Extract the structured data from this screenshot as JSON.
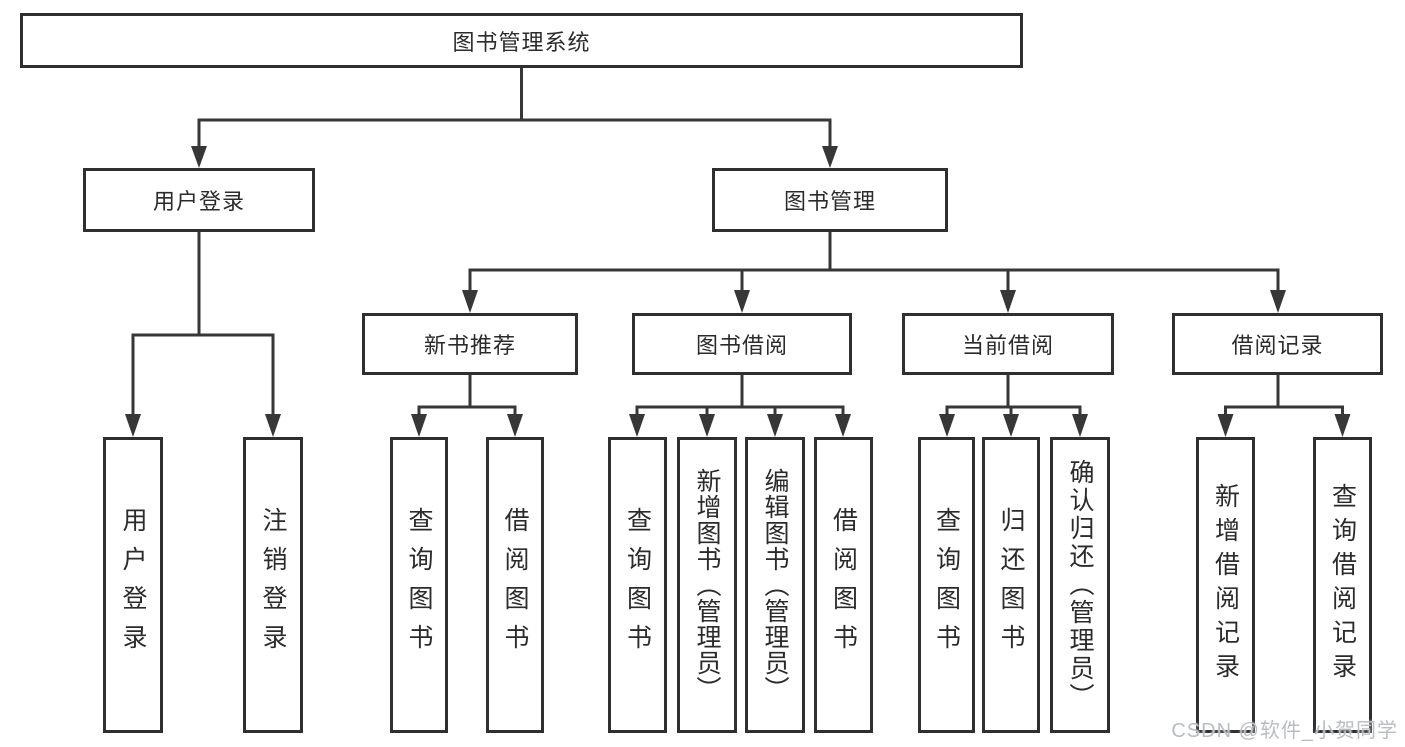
{
  "watermark": "CSDN @软件_小贺同学",
  "colors": {
    "line": "#373737",
    "box_border": "#2f2f2f",
    "box_background": "#ffffff",
    "text": "#2b2b2b",
    "watermark_text": "#b9bdc2"
  },
  "tree": {
    "label": "图书管理系统",
    "children": [
      {
        "label": "用户登录",
        "children": [
          {
            "label": "用户登录"
          },
          {
            "label": "注销登录"
          }
        ]
      },
      {
        "label": "图书管理",
        "children": [
          {
            "label": "新书推荐",
            "children": [
              {
                "label": "查询图书"
              },
              {
                "label": "借阅图书"
              }
            ]
          },
          {
            "label": "图书借阅",
            "children": [
              {
                "label": "查询图书"
              },
              {
                "label": "新增图书（管理员）"
              },
              {
                "label": "编辑图书（管理员）"
              },
              {
                "label": "借阅图书"
              }
            ]
          },
          {
            "label": "当前借阅",
            "children": [
              {
                "label": "查询图书"
              },
              {
                "label": "归还图书"
              },
              {
                "label": "确认归还（管理员）"
              }
            ]
          },
          {
            "label": "借阅记录",
            "children": [
              {
                "label": "新增借阅记录"
              },
              {
                "label": "查询借阅记录"
              }
            ]
          }
        ]
      }
    ]
  }
}
